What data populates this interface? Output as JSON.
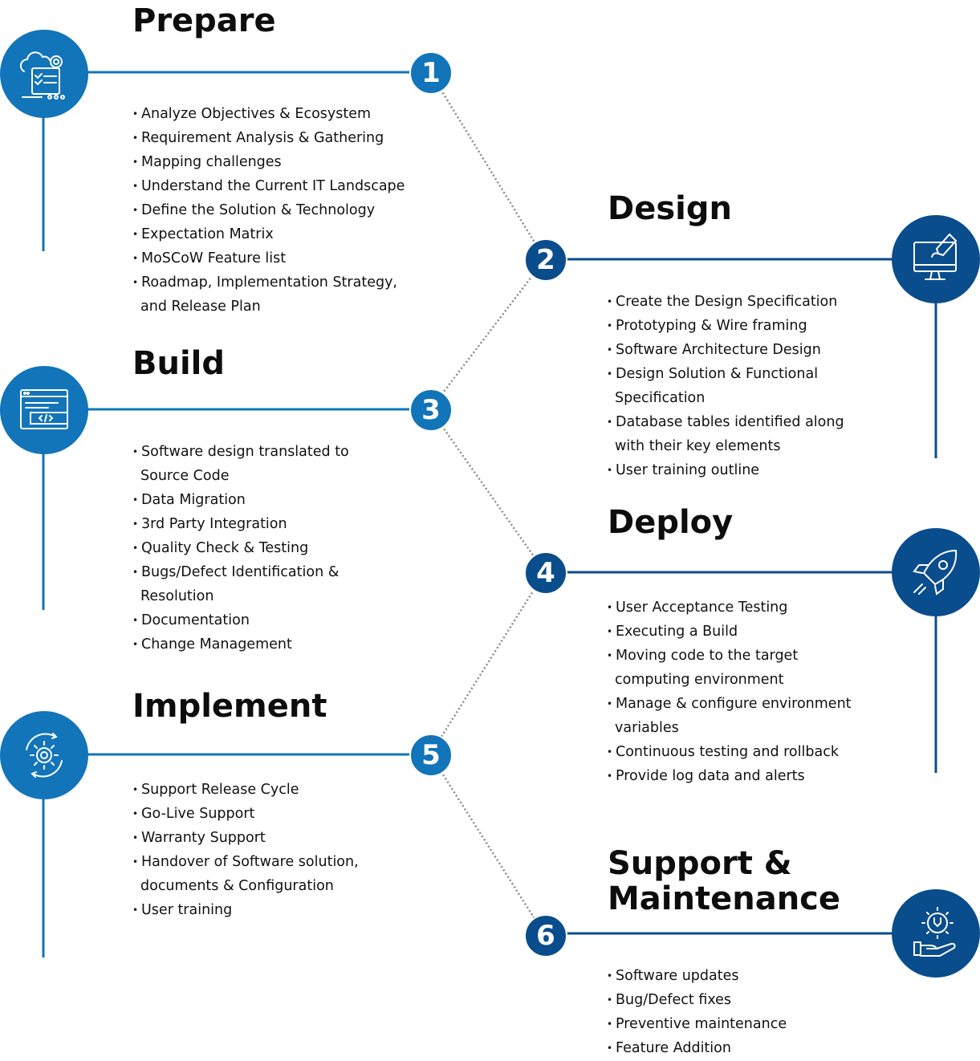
{
  "colors": {
    "light_blue": "#1274b9",
    "dark_blue": "#0a4d8c",
    "connector": "#888888"
  },
  "steps": [
    {
      "number": "1",
      "title": "Prepare",
      "icon": "cloud-gear-checklist-icon",
      "items": [
        "Analyze Objectives & Ecosystem",
        "Requirement Analysis & Gathering",
        "Mapping challenges",
        "Understand the Current IT Landscape",
        "Define the Solution & Technology",
        "Expectation Matrix",
        "MoSCoW Feature list",
        "Roadmap, Implementation Strategy,",
        "and Release Plan"
      ]
    },
    {
      "number": "2",
      "title": "Design",
      "icon": "monitor-brush-icon",
      "items": [
        "Create the Design Specification",
        "Prototyping & Wire framing",
        "Software Architecture Design",
        "Design Solution & Functional",
        "Specification",
        "Database tables identified along",
        "with their key elements",
        "User training outline"
      ]
    },
    {
      "number": "3",
      "title": "Build",
      "icon": "code-window-icon",
      "items": [
        "Software design translated to",
        "Source Code",
        "Data Migration",
        "3rd Party Integration",
        "Quality Check & Testing",
        "Bugs/Defect Identification &",
        "Resolution",
        "Documentation",
        "Change Management"
      ]
    },
    {
      "number": "4",
      "title": "Deploy",
      "icon": "rocket-icon",
      "items": [
        "User Acceptance Testing",
        "Executing a Build",
        "Moving code to the target",
        "computing environment",
        "Manage & configure environment",
        "variables",
        "Continuous testing and rollback",
        "Provide log data and alerts"
      ]
    },
    {
      "number": "5",
      "title": "Implement",
      "icon": "gear-cycle-icon",
      "items": [
        "Support Release Cycle",
        "Go-Live Support",
        "Warranty Support",
        "Handover of Software solution,",
        "documents & Configuration",
        "User training"
      ]
    },
    {
      "number": "6",
      "title_line1": "Support &",
      "title_line2": "Maintenance",
      "icon": "gear-hand-icon",
      "items": [
        "Software updates",
        "Bug/Defect fixes",
        "Preventive maintenance",
        "Feature Addition"
      ]
    }
  ]
}
